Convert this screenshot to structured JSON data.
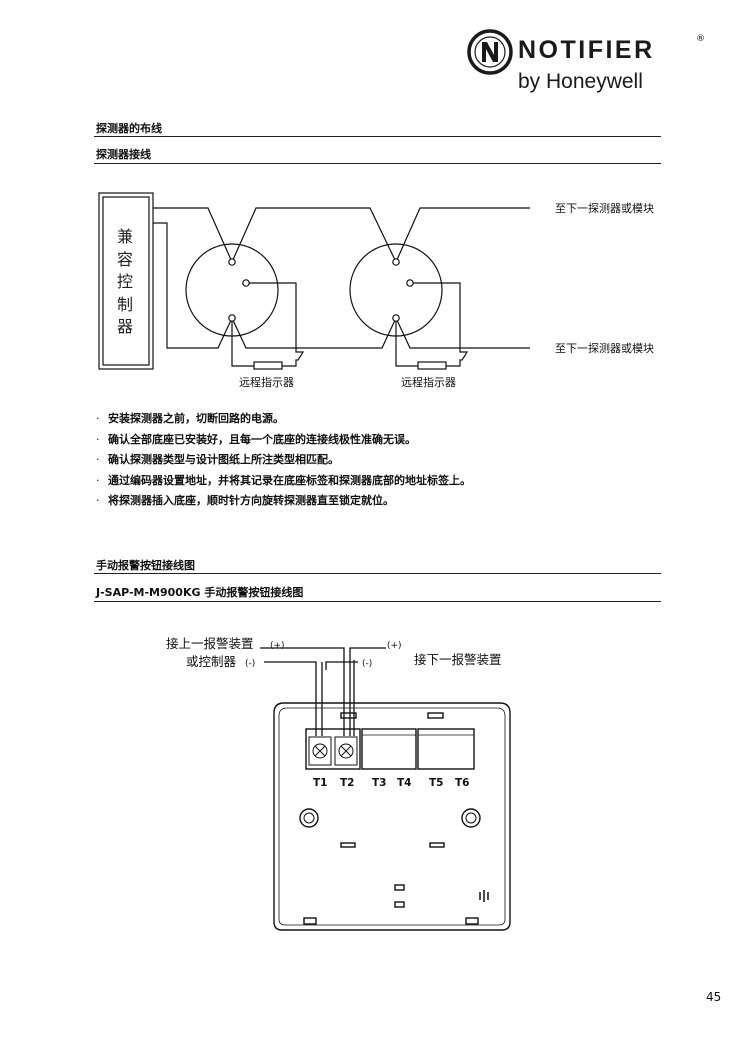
{
  "brand": {
    "name": "NOTIFIER",
    "registered_mark": "®",
    "subtitle": "by Honeywell"
  },
  "section_detector": {
    "title": "探测器的布线",
    "subtitle": "探测器接线"
  },
  "wiring_diagram": {
    "panel_label": "兼容控制器",
    "next_device_top": "至下一探测器或模块",
    "next_device_bottom": "至下一探测器或模块",
    "remote_indicator_1": "远程指示器",
    "remote_indicator_2": "远程指示器"
  },
  "notes": [
    "安装探测器之前，切断回路的电源。",
    "确认全部底座已安装好，且每一个底座的连接线极性准确无误。",
    "确认探测器类型与设计图纸上所注类型相匹配。",
    "通过编码器设置地址，并将其记录在底座标签和探测器底部的地址标签上。",
    "将探测器插入底座，顺时针方向旋转探测器直至锁定就位。"
  ],
  "notes_bullet": "·",
  "section_mcp": {
    "title": "手动报警按钮接线图",
    "subtitle": "J-SAP-M-M900KG 手动报警按钮接线图"
  },
  "mcp_diagram": {
    "prev_device_line1": "接上一报警装置",
    "prev_device_line2": "或控制器",
    "next_device": "接下一报警装置",
    "plus_left": "(+)",
    "minus_left": "(-)",
    "plus_right": "(+)",
    "minus_right": "(-)",
    "terminals": [
      "T1",
      "T2",
      "T3",
      "T4",
      "T5",
      "T6"
    ]
  },
  "page_number": "45"
}
